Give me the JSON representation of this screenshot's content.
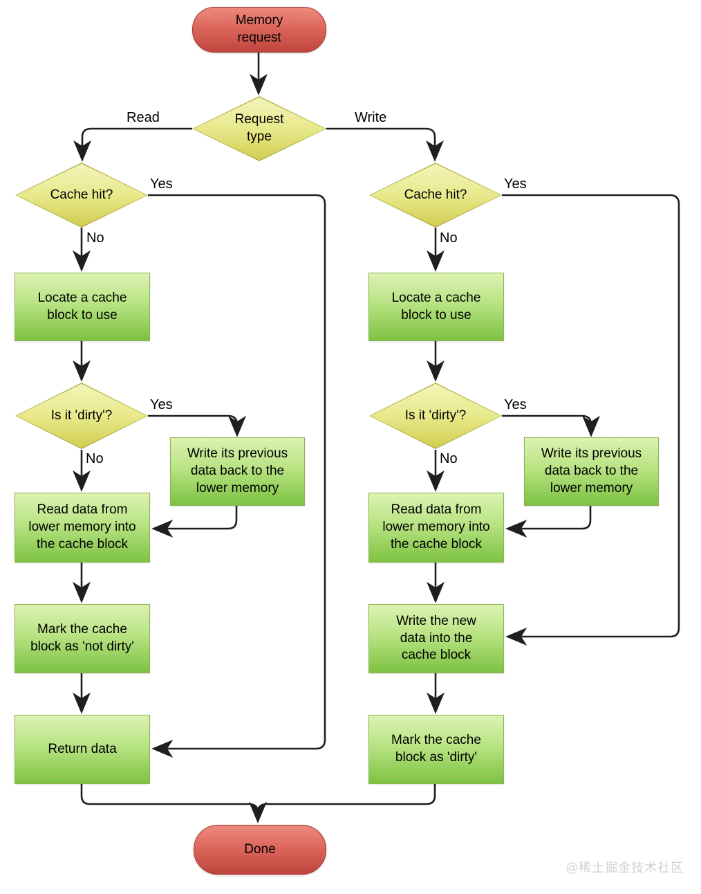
{
  "diagram": {
    "nodes": {
      "memory_request": "Memory request",
      "request_type": "Request type",
      "cache_hit_read": "Cache hit?",
      "cache_hit_write": "Cache hit?",
      "locate_block_read": "Locate a cache block to use",
      "locate_block_write": "Locate a cache block to use",
      "is_dirty_read": "Is it 'dirty'?",
      "is_dirty_write": "Is it 'dirty'?",
      "write_back_read": "Write its previous data back to the lower memory",
      "write_back_write": "Write its previous data back to the lower memory",
      "read_lower_read": "Read data from lower memory into the cache block",
      "read_lower_write": "Read data from lower memory into the cache block",
      "mark_not_dirty": "Mark the cache block as 'not dirty'",
      "write_new_data": "Write the new data into the cache block",
      "return_data": "Return data",
      "mark_dirty": "Mark the cache block as 'dirty'",
      "done": "Done"
    },
    "edge_labels": {
      "read": "Read",
      "write": "Write",
      "cache_hit_read_yes": "Yes",
      "cache_hit_read_no": "No",
      "cache_hit_write_yes": "Yes",
      "cache_hit_write_no": "No",
      "is_dirty_read_yes": "Yes",
      "is_dirty_read_no": "No",
      "is_dirty_write_yes": "Yes",
      "is_dirty_write_no": "No"
    },
    "watermark": "@稀土掘金技术社区",
    "colors": {
      "terminal_fill_top": "#ee8a7e",
      "terminal_fill_bottom": "#bf453c",
      "terminal_border": "#a33a31",
      "decision_fill_top": "#f3f4ba",
      "decision_fill_bottom": "#d1ce51",
      "decision_border": "#b2b048",
      "process_fill_top": "#dcf3b3",
      "process_fill_bottom": "#7dc242",
      "process_border": "#8db350",
      "line": "#1f1f1f",
      "text": "#000000",
      "watermark_text": "#d3d1cf"
    }
  }
}
